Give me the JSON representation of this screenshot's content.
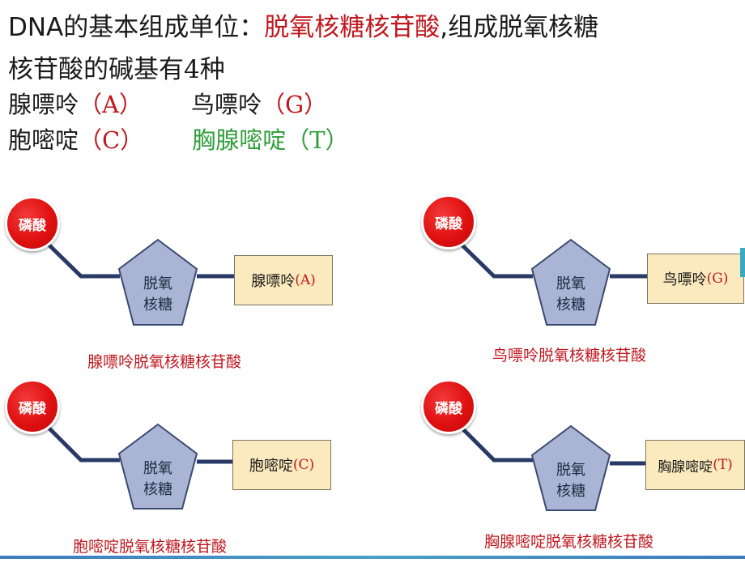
{
  "intro": {
    "line1_a": "DNA的基本组成单位：",
    "line1_b": "脱氧核糖核苷酸",
    "line1_c": ",组成脱氧核糖",
    "line2_a": "核苷酸的碱基有",
    "line2_b": "4",
    "line2_c": "种"
  },
  "bases": [
    {
      "name": "腺嘌呤",
      "letter": "（A）"
    },
    {
      "name": "鸟嘌呤",
      "letter": "（G）"
    },
    {
      "name": "胞嘧啶",
      "letter": "（C）"
    },
    {
      "name": "胸腺嘧啶",
      "letter": "（T）"
    }
  ],
  "phosphate_label": "磷酸",
  "sugar_label": [
    "脱氧",
    "核糖"
  ],
  "units": [
    {
      "base_name": "腺嘌呤",
      "base_letter": "(A)",
      "caption": "腺嘌呤脱氧核糖核苷酸"
    },
    {
      "base_name": "鸟嘌呤",
      "base_letter": "(G)",
      "caption": "鸟嘌呤脱氧核糖核苷酸"
    },
    {
      "base_name": "胞嘧啶",
      "base_letter": "(C)",
      "caption": "胞嘧啶脱氧核糖核苷酸"
    },
    {
      "base_name": "胸腺嘧啶",
      "base_letter": "(T)",
      "caption": "胸腺嘧啶脱氧核糖核苷酸"
    }
  ],
  "colors": {
    "phosphate": "#e01010",
    "sugar_fill": "#aab4d4",
    "sugar_stroke": "#3b4a72",
    "bond": "#2a3a66",
    "base_fill": "#fbeabd",
    "highlight_red": "#c0181e",
    "highlight_green": "#2e9e3a"
  }
}
